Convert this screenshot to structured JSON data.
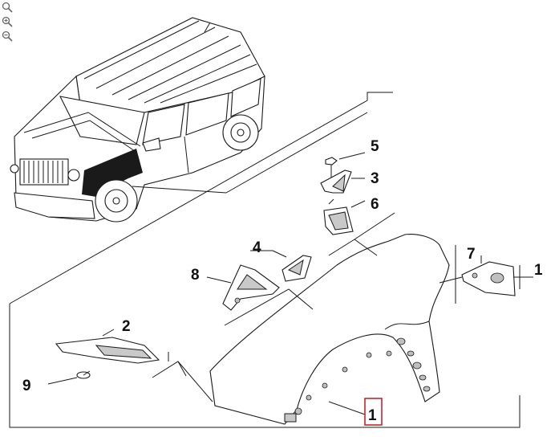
{
  "toolbar": {
    "tools": [
      {
        "name": "search-icon"
      },
      {
        "name": "zoom-in-icon"
      },
      {
        "name": "zoom-out-icon"
      }
    ]
  },
  "colors": {
    "line": "#1a1a1a",
    "highlight_box": "#c0282d",
    "fender_panel": "#1a1a1a",
    "part_shade": "#c9c9c9"
  },
  "callouts": [
    {
      "id": "callout-5",
      "label": "5"
    },
    {
      "id": "callout-3",
      "label": "3"
    },
    {
      "id": "callout-6",
      "label": "6"
    },
    {
      "id": "callout-4",
      "label": "4"
    },
    {
      "id": "callout-8",
      "label": "8"
    },
    {
      "id": "callout-7",
      "label": "7"
    },
    {
      "id": "callout-1-right",
      "label": "1"
    },
    {
      "id": "callout-2",
      "label": "2"
    },
    {
      "id": "callout-9",
      "label": "9"
    },
    {
      "id": "callout-1-bottom",
      "label": "1",
      "highlighted": true
    }
  ]
}
